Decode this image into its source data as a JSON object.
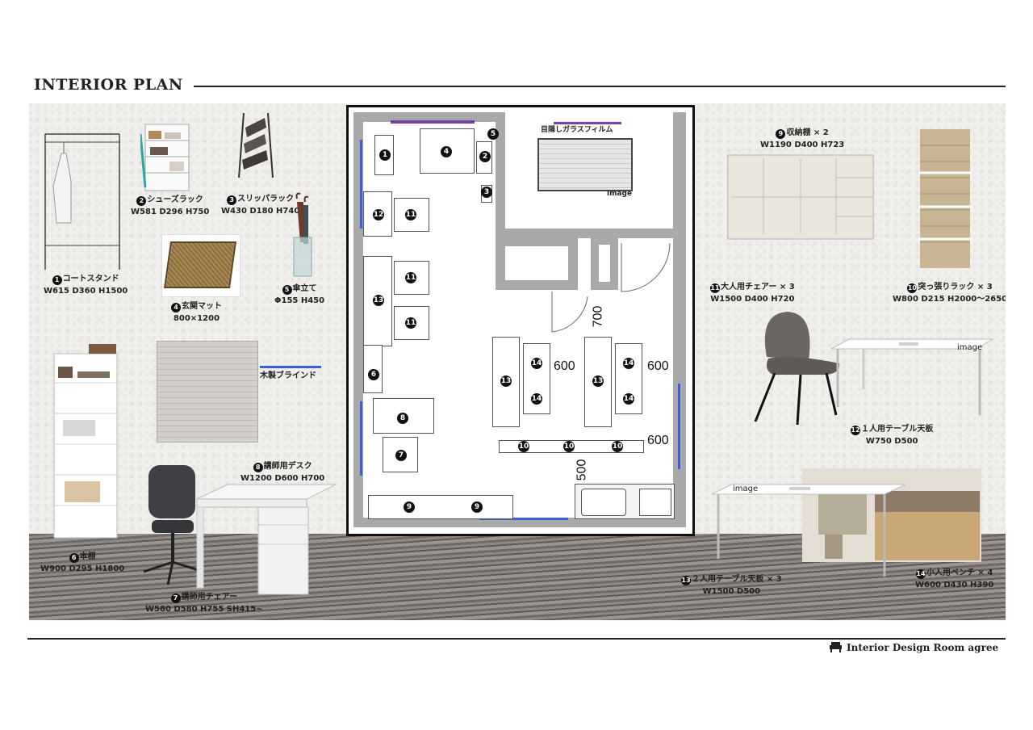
{
  "header": {
    "title": "INTERIOR PLAN"
  },
  "items": [
    {
      "id": "coat_stand",
      "num": "1",
      "name": "コートスタンド",
      "dims": "W615 D360 H1500"
    },
    {
      "id": "shoe_rack",
      "num": "2",
      "name": "シューズラック",
      "dims": "W581 D296 H750"
    },
    {
      "id": "slipper_rack",
      "num": "3",
      "name": "スリッパラック",
      "dims": "W430 D180 H740"
    },
    {
      "id": "entrance_mat",
      "num": "4",
      "name": "玄関マット",
      "dims": "800×1200"
    },
    {
      "id": "umbrella_stand",
      "num": "5",
      "name": "傘立て",
      "dims": "Φ155 H450"
    },
    {
      "id": "bookshelf",
      "num": "6",
      "name": "本棚",
      "dims": "W900 D295 H1800"
    },
    {
      "id": "teacher_chair",
      "num": "7",
      "name": "講師用チェアー",
      "dims": "W580 D580 H755 SH415~"
    },
    {
      "id": "teacher_desk",
      "num": "8",
      "name": "講師用デスク",
      "dims": "W1200 D600 H700"
    },
    {
      "id": "storage",
      "num": "9",
      "name": "収納棚 × 2",
      "dims": "W1190 D400 H723"
    },
    {
      "id": "tension_rack",
      "num": "10",
      "name": "突っ張りラック × 3",
      "dims": "W800 D215 H2000〜2650"
    },
    {
      "id": "adult_chair",
      "num": "11",
      "name": "大人用チェアー × 3",
      "dims": "W1500 D400 H720"
    },
    {
      "id": "single_table",
      "num": "12",
      "name": "１人用テーブル天板",
      "dims": "W750 D500"
    },
    {
      "id": "double_table",
      "num": "13",
      "name": "２人用テーブル天板 × 3",
      "dims": "W1500 D500"
    },
    {
      "id": "kids_bench",
      "num": "14",
      "name": "小人用ベンチ × 4",
      "dims": "W600 D430 H390"
    }
  ],
  "annotations": {
    "blind": "木製ブラインド",
    "glass_film": "目隠しガラスフィルム",
    "image_tag": "image"
  },
  "plan": {
    "dims": [
      "700",
      "600",
      "600",
      "600",
      "500"
    ],
    "badges": [
      "1",
      "2",
      "3",
      "4",
      "5",
      "6",
      "7",
      "8",
      "9",
      "9",
      "10",
      "10",
      "10",
      "11",
      "11",
      "11",
      "12",
      "13",
      "13",
      "13",
      "14",
      "14",
      "14",
      "14"
    ]
  },
  "footer": {
    "brand": "Interior Design Room agree"
  },
  "colors": {
    "window": "#3b5fd8",
    "film": "#7b3fa6",
    "wall": "#a9a9a9"
  }
}
